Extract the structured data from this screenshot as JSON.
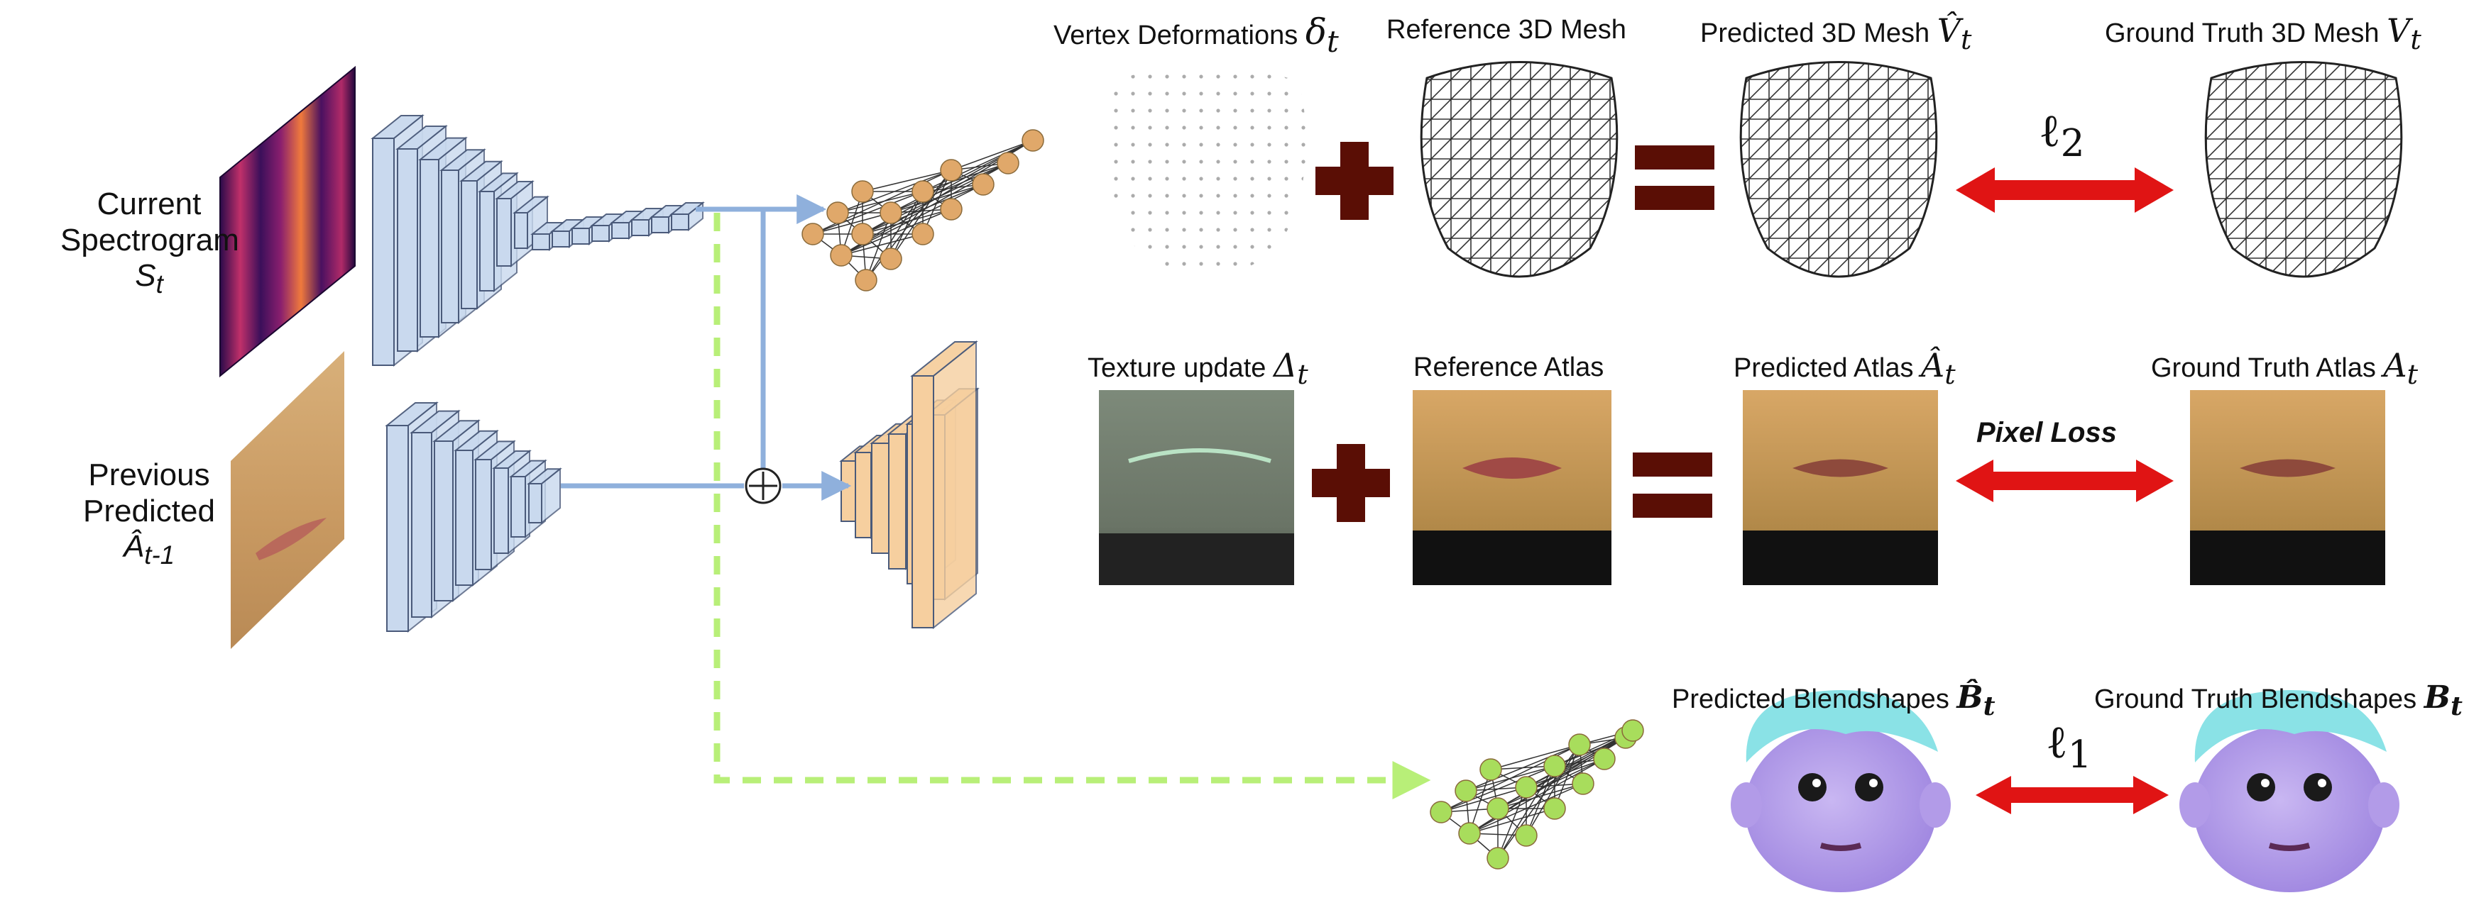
{
  "inputs": {
    "current": {
      "line1": "Current",
      "line2": "Spectrogram",
      "symbol": "S",
      "sub": "t"
    },
    "previous": {
      "line1": "Previous",
      "line2": "Predicted",
      "symbol": "Â",
      "sub": "t-1"
    }
  },
  "mesh_row": {
    "vertex": {
      "label": "Vertex Deformations",
      "symbol": "δ",
      "sub": "t"
    },
    "reference": {
      "label": "Reference 3D Mesh"
    },
    "predicted": {
      "label": "Predicted 3D Mesh",
      "symbol": "V̂",
      "sub": "t"
    },
    "ground_truth": {
      "label": "Ground Truth 3D Mesh",
      "symbol": "V",
      "sub": "t"
    },
    "loss": {
      "symbol": "ℓ",
      "sub": "2"
    }
  },
  "texture_row": {
    "update": {
      "label": "Texture update",
      "symbol": "Δ",
      "sub": "t"
    },
    "reference": {
      "label": "Reference Atlas"
    },
    "predicted": {
      "label": "Predicted Atlas",
      "symbol": "Â",
      "sub": "t"
    },
    "ground_truth": {
      "label": "Ground Truth Atlas",
      "symbol": "A",
      "sub": "t"
    },
    "loss": {
      "label": "Pixel Loss"
    }
  },
  "blend_row": {
    "predicted": {
      "label": "Predicted Blendshapes",
      "symbol": "B̂",
      "sub": "t"
    },
    "ground_truth": {
      "label": "Ground Truth Blendshapes",
      "symbol": "B",
      "sub": "t"
    },
    "loss": {
      "symbol": "ℓ",
      "sub": "1"
    }
  },
  "operators": {
    "plus": "+",
    "equals": "=",
    "concat": "⊕"
  },
  "colors": {
    "encoder_blue": "#c9d9ee",
    "decoder_orange": "#f6cf9f",
    "node_orange": "#e0a86a",
    "node_green": "#a8dd5c",
    "dashed_green": "#b8ef78",
    "arrow_blue": "#8fb0dc",
    "loss_red": "#e01414",
    "operator_brown": "#5a0e05"
  }
}
